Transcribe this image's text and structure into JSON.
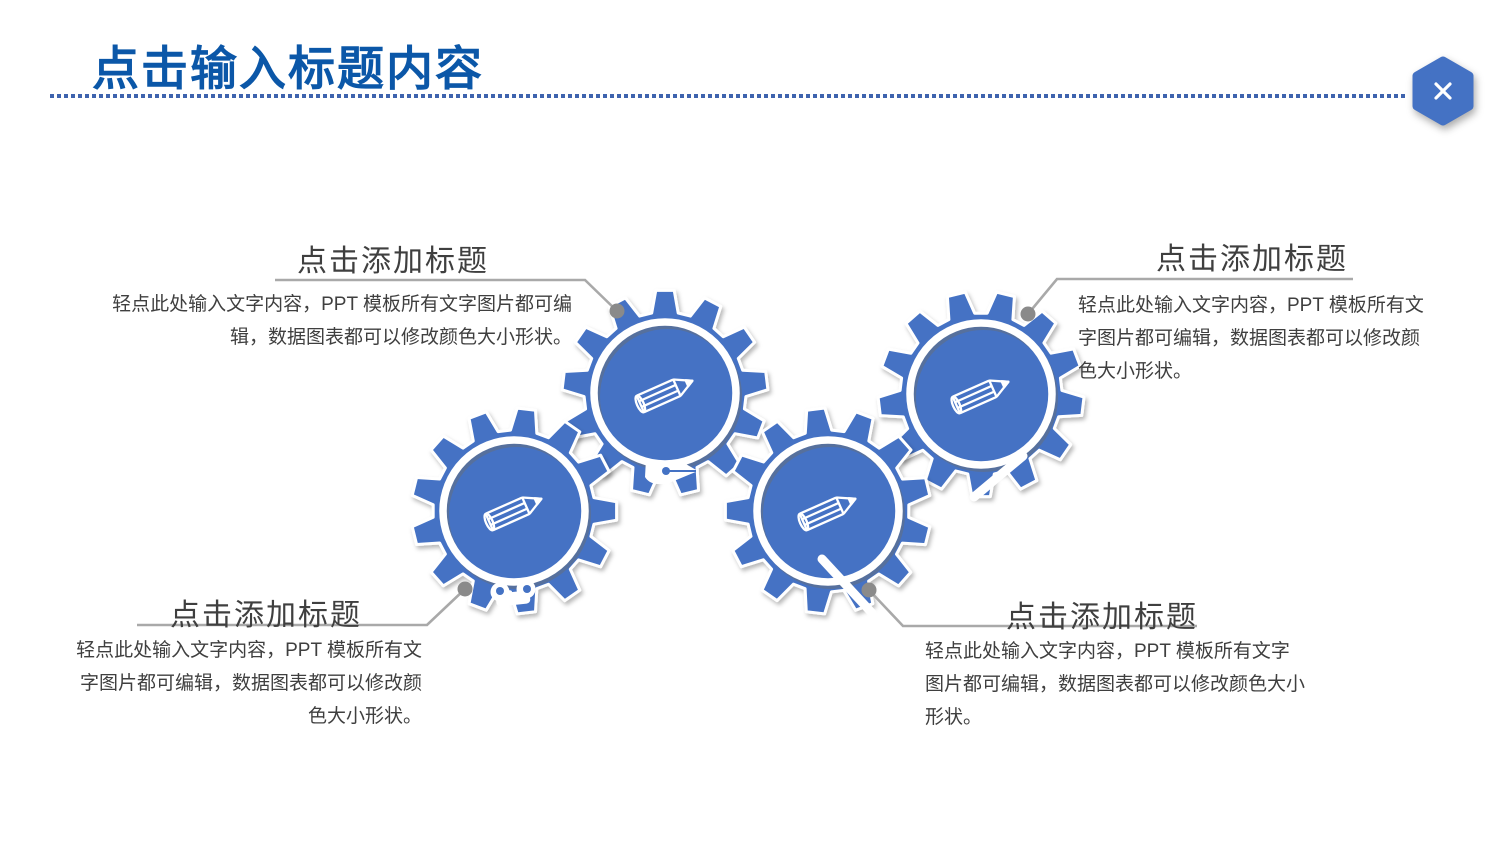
{
  "slide_title": "点击输入标题内容",
  "header": {
    "close_icon": "close-icon"
  },
  "callouts": {
    "top_left": {
      "title": "点击添加标题",
      "body": "轻点此处输入文字内容，PPT 模板所有文字图片都可编辑，数据图表都可以修改颜色大小形状。"
    },
    "top_right": {
      "title": "点击添加标题",
      "body": "轻点此处输入文字内容，PPT 模板所有文字图片都可编辑，数据图表都可以修改颜色大小形状。"
    },
    "bottom_left": {
      "title": "点击添加标题",
      "body": "轻点此处输入文字内容，PPT 模板所有文字图片都可编辑，数据图表都可以修改颜色大小形状。"
    },
    "bottom_right": {
      "title": "点击添加标题",
      "body": "轻点此处输入文字内容，PPT 模板所有文字图片都可编辑，数据图表都可以修改颜色大小形状。"
    }
  },
  "gears": {
    "count": 4,
    "icon": "pencil-icon"
  },
  "colors": {
    "accent_blue": "#4472C4",
    "title_blue": "#0B57A8",
    "dotted_line_blue": "#3E63AE",
    "text_dark": "#3F3F3F",
    "connector_gray": "#A9A9A9",
    "dot_gray": "#8A8A8A"
  }
}
